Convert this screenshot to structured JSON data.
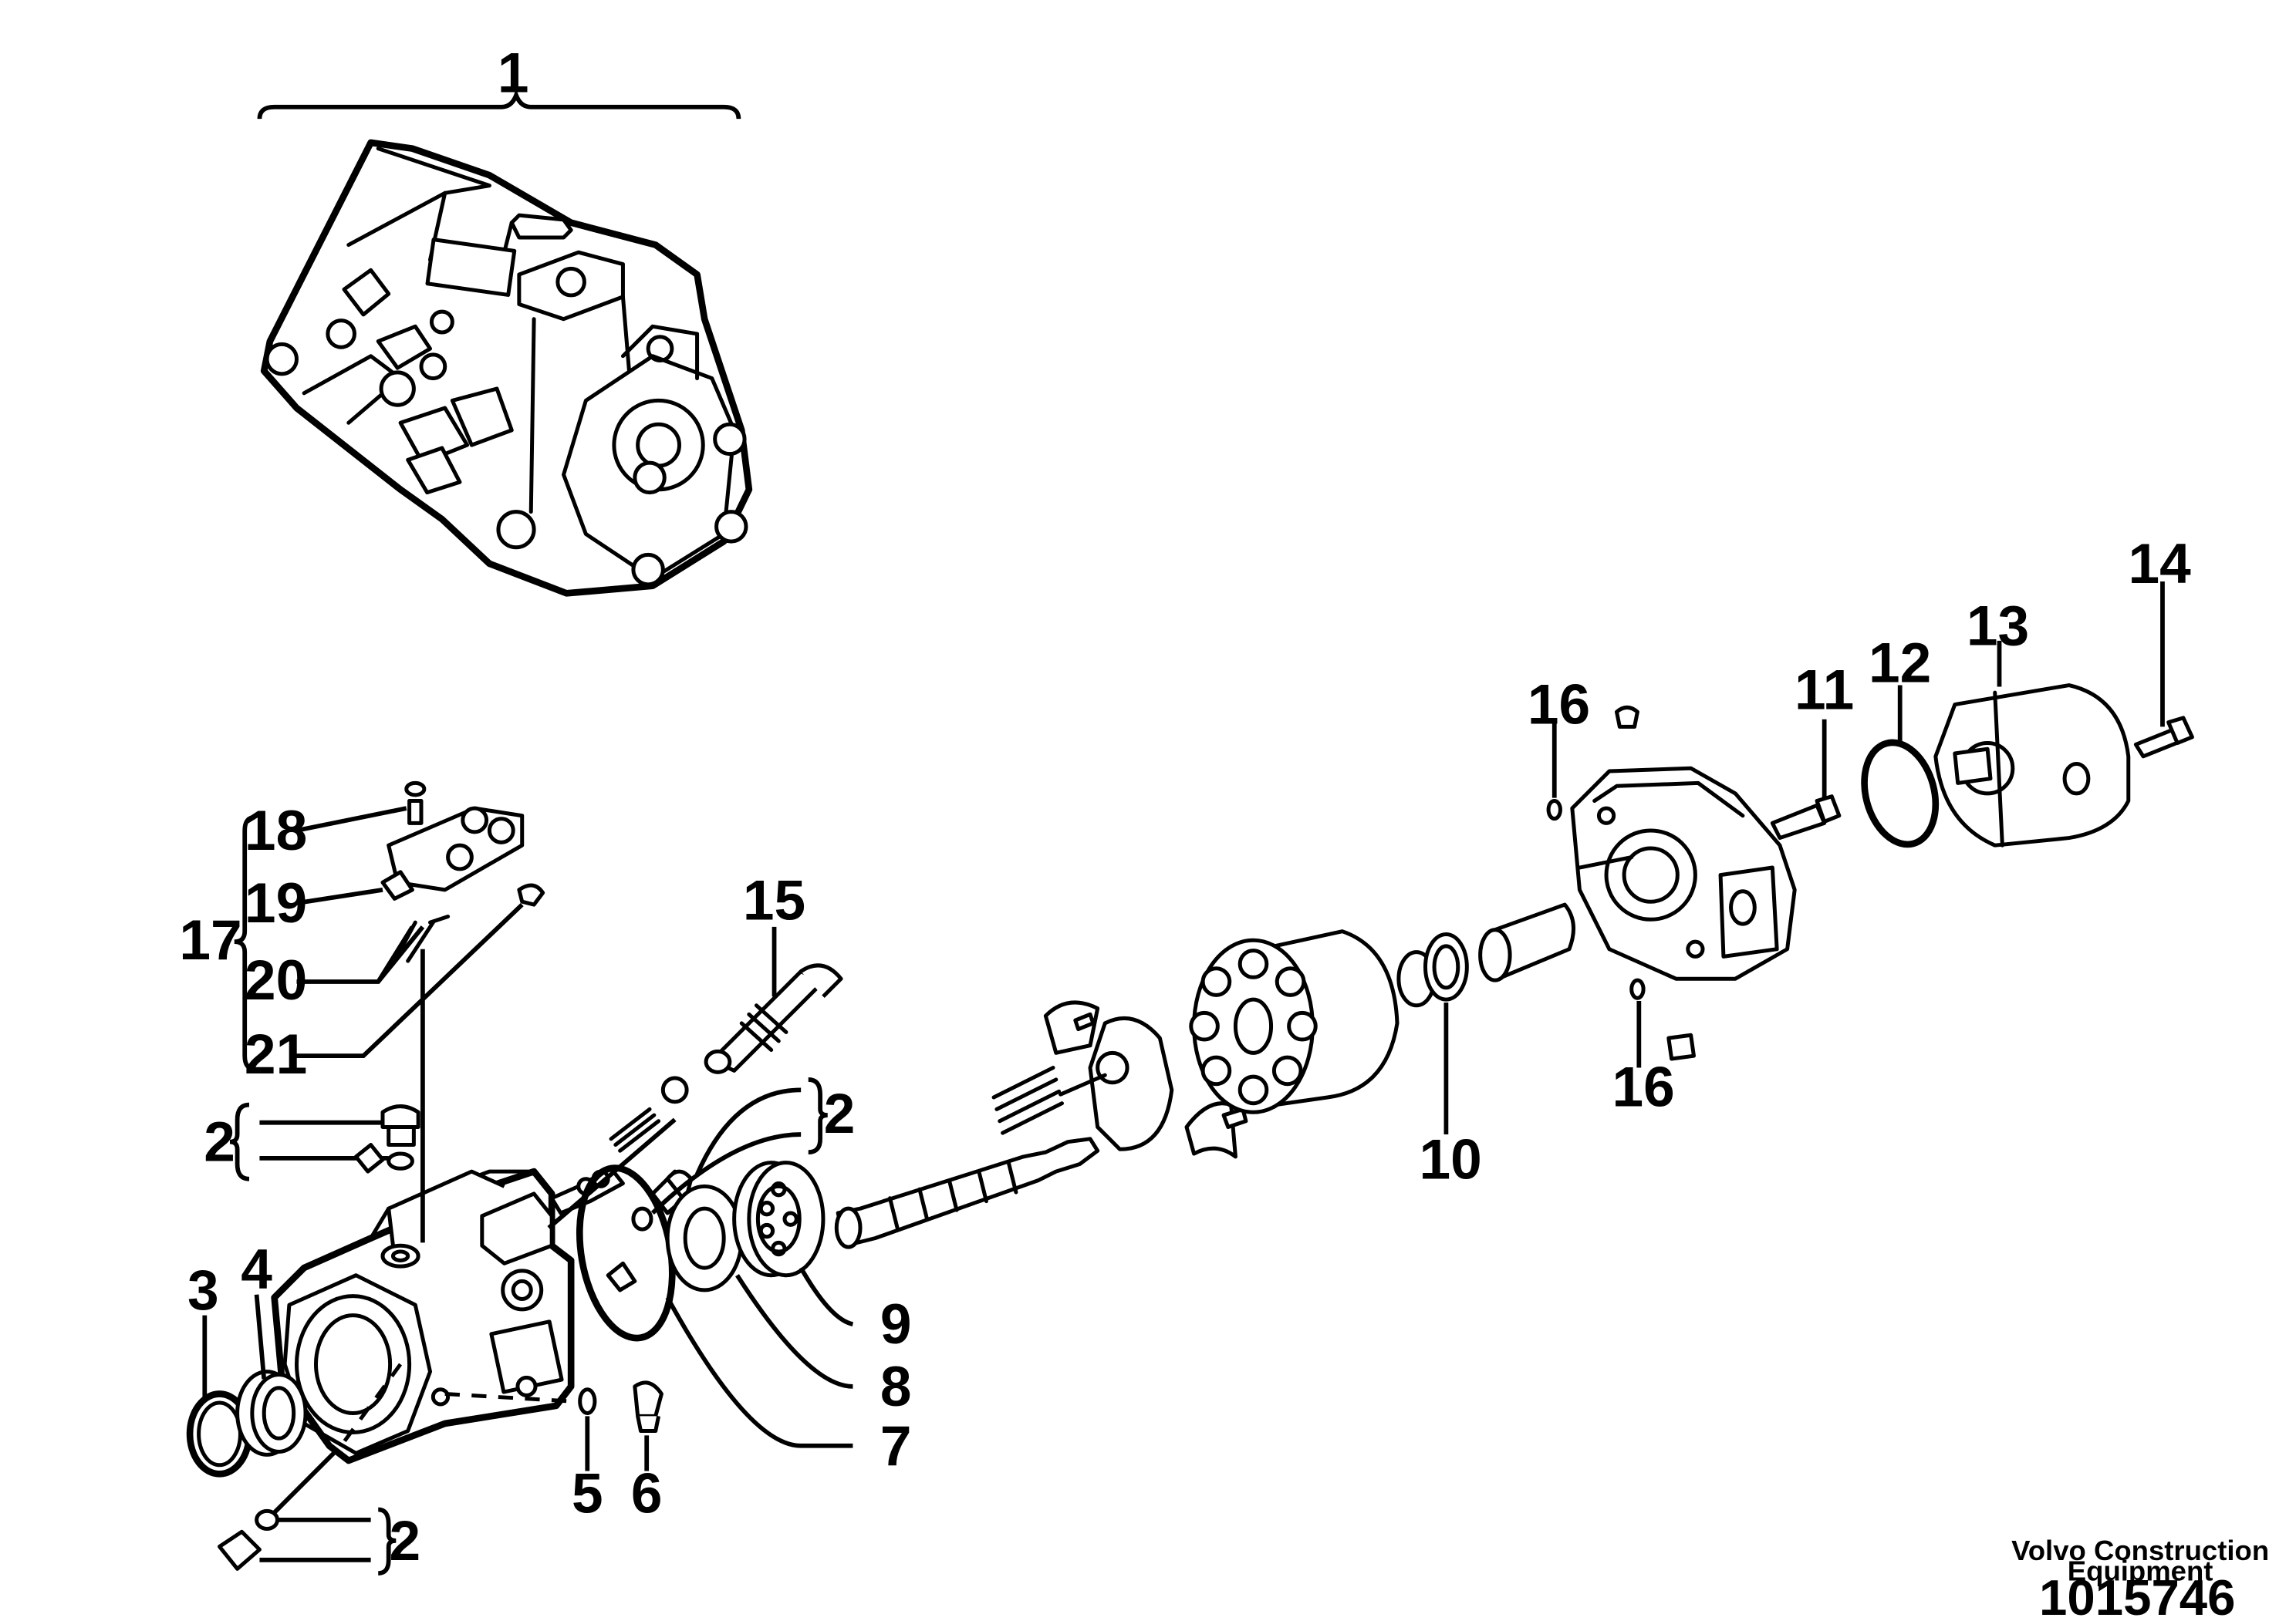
{
  "labels": {
    "p1": "1",
    "p2a": "2",
    "p2b": "2",
    "p2c": "2",
    "p3": "3",
    "p4": "4",
    "p5": "5",
    "p6": "6",
    "p7": "7",
    "p8": "8",
    "p9": "9",
    "p10": "10",
    "p11": "11",
    "p12": "12",
    "p13": "13",
    "p14": "14",
    "p15": "15",
    "p16a": "16",
    "p16b": "16",
    "p17": "17",
    "p18": "18",
    "p19": "19",
    "p20": "20",
    "p21": "21"
  },
  "brand": {
    "line1": "Volvo Construction",
    "line2": "Equipment"
  },
  "reference_number": "1015746"
}
